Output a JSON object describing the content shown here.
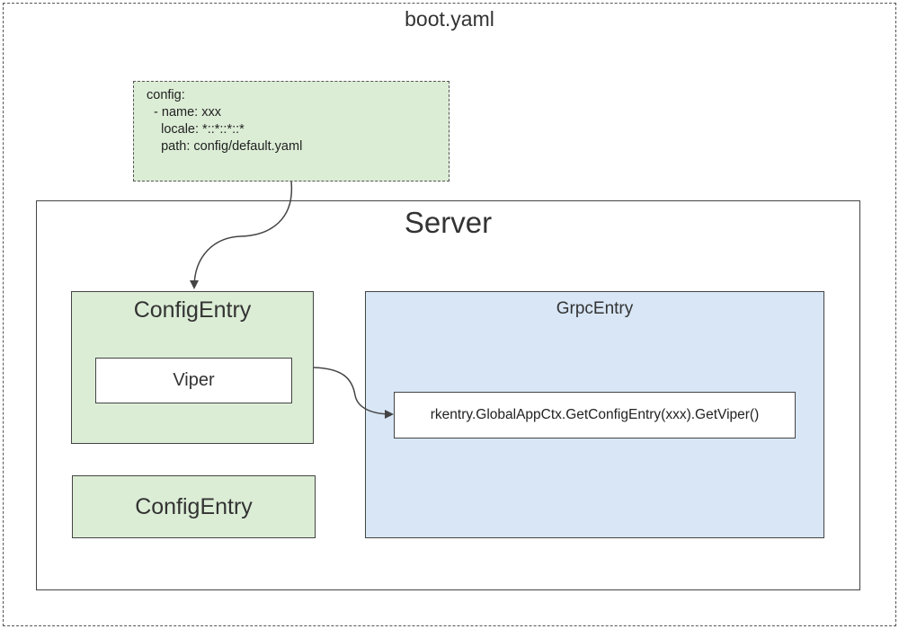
{
  "diagram": {
    "outer_title": "boot.yaml",
    "config_note": {
      "lines": [
        "config:",
        "  - name: xxx",
        "    locale: *::*::*::*",
        "    path: config/default.yaml"
      ]
    },
    "server": {
      "title": "Server",
      "config_entry_primary": {
        "title": "ConfigEntry",
        "child_label": "Viper"
      },
      "config_entry_secondary": {
        "title": "ConfigEntry"
      },
      "grpc_entry": {
        "title": "GrpcEntry",
        "call_label": "rkentry.GlobalAppCtx.GetConfigEntry(xxx).GetViper()"
      }
    },
    "colors": {
      "green_fill": "#dcedd6",
      "blue_fill": "#d8e6f5",
      "stroke": "#444444"
    }
  }
}
